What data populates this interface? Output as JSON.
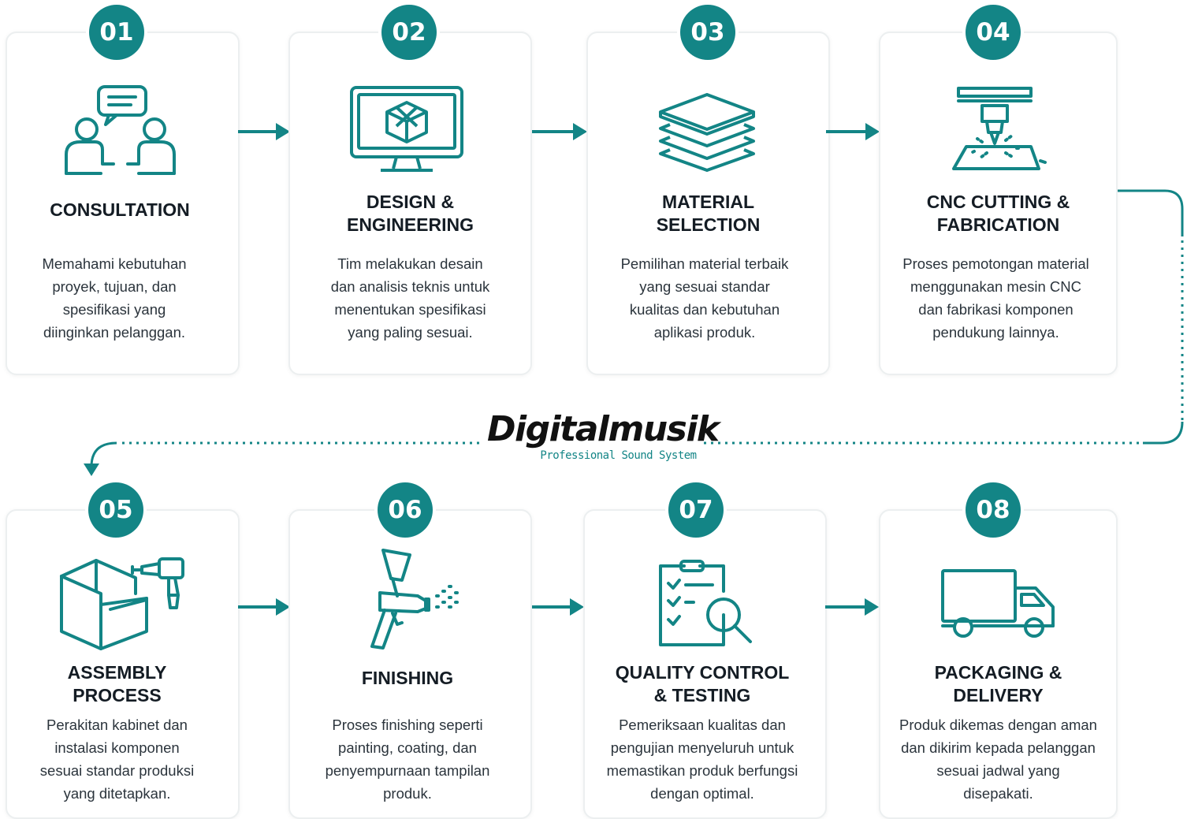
{
  "brand": {
    "name": "Digitalmusik",
    "tagline": "Professional Sound System",
    "accent_color": "#138586",
    "text_color": "#141c24"
  },
  "steps": [
    {
      "number": "01",
      "icon": "consultation-people-icon",
      "title": "CONSULTATION",
      "description": "Memahami kebutuhan\nproyek, tujuan, dan\nspesifikasi yang\ndiinginkan pelanggan."
    },
    {
      "number": "02",
      "icon": "monitor-3d-cube-icon",
      "title": "DESIGN &\nENGINEERING",
      "description": "Tim melakukan desain\ndan analisis teknis untuk\nmenentukan spesifikasi\nyang paling sesuai."
    },
    {
      "number": "03",
      "icon": "material-layers-icon",
      "title": "MATERIAL\nSELECTION",
      "description": "Pemilihan material terbaik\nyang sesuai standar\nkualitas dan kebutuhan\naplikasi produk."
    },
    {
      "number": "04",
      "icon": "cnc-machine-icon",
      "title": "CNC CUTTING &\nFABRICATION",
      "description": "Proses pemotongan material\nmenggunakan mesin CNC\ndan fabrikasi komponen\npendukung lainnya."
    },
    {
      "number": "05",
      "icon": "cabinet-drill-icon",
      "title": "ASSEMBLY\nPROCESS",
      "description": "Perakitan kabinet dan\ninstalasi komponen\nsesuai standar produksi\nyang ditetapkan."
    },
    {
      "number": "06",
      "icon": "spray-gun-icon",
      "title": "FINISHING",
      "description": "Proses finishing seperti\npainting, coating, dan\npenyempurnaan tampilan\nproduk."
    },
    {
      "number": "07",
      "icon": "clipboard-magnifier-icon",
      "title": "QUALITY CONTROL\n& TESTING",
      "description": "Pemeriksaan kualitas dan\npengujian menyeluruh untuk\nmemastikan produk berfungsi\ndengan optimal."
    },
    {
      "number": "08",
      "icon": "delivery-truck-icon",
      "title": "PACKAGING &\nDELIVERY",
      "description": "Produk dikemas dengan aman\ndan dikirim kepada pelanggan\nsesuai jadwal yang\ndisepakati."
    }
  ]
}
